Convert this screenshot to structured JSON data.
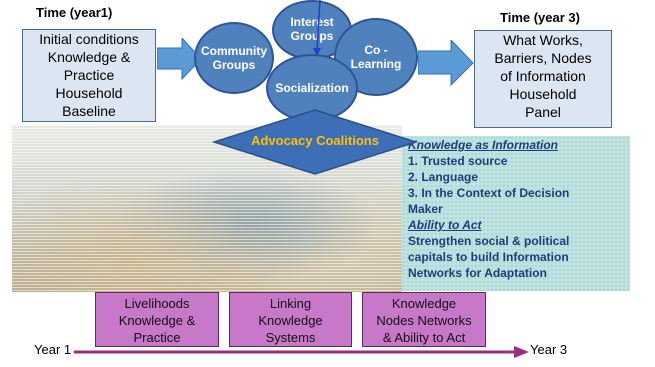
{
  "left_panel": {
    "time_label": "Time (year1)",
    "box_lines": [
      "Initial conditions",
      "Knowledge &",
      "Practice",
      "Household",
      "Baseline"
    ]
  },
  "right_panel": {
    "time_label": "Time  (year 3)",
    "box_lines": [
      "What Works,",
      "Barriers, Nodes",
      "of Information",
      "Household",
      "Panel"
    ]
  },
  "circles": {
    "community": [
      "Community",
      "Groups"
    ],
    "interest": [
      "Interest",
      "Groups"
    ],
    "colearning": [
      "Co -",
      "Learning"
    ],
    "socialization": "Socialization"
  },
  "advocacy": "Advocacy Coalitions",
  "info": {
    "heading1": "Knowledge as Information",
    "items1": [
      "1. Trusted source",
      "2. Language",
      "3. In the Context of Decision",
      "Maker"
    ],
    "heading2": "Ability to Act",
    "items2": [
      "Strengthen  social & political",
      "capitals to build Information",
      "Networks for Adaptation"
    ]
  },
  "stages": [
    [
      "Livelihoods",
      "Knowledge &",
      "Practice"
    ],
    [
      "Linking",
      "Knowledge",
      "Systems"
    ],
    [
      "Knowledge",
      "Nodes Networks",
      "& Ability to Act"
    ]
  ],
  "timeline": {
    "start": "Year 1",
    "end": "Year 3"
  },
  "colors": {
    "circle_fill": "#4f81bd",
    "arrow_fill": "#5b9bd5",
    "advocacy_fill": "#3d6fb6",
    "advocacy_text": "#ffc000",
    "info_text": "#1f3d7a",
    "stage_fill": "#c878c8",
    "timeline": "#9b2d7f"
  }
}
